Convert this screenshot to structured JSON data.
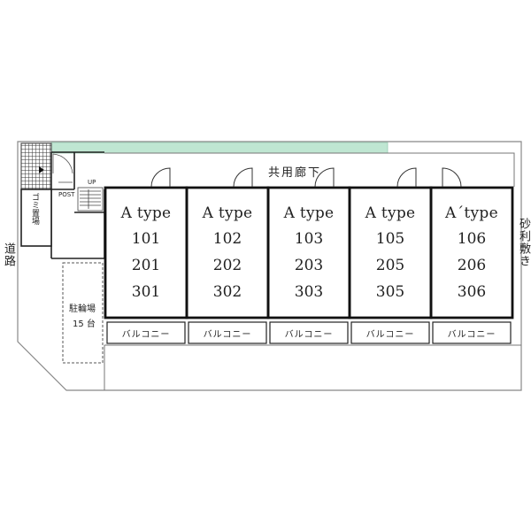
{
  "labels": {
    "road": "道路",
    "gravel": "砂利敷き",
    "corridor": "共用廊下",
    "garbage": "ゴミ置場",
    "parking_title": "駐輪場",
    "parking_count": "15 台",
    "post": "POST",
    "up": "UP"
  },
  "units": [
    {
      "type": "A type",
      "rooms": [
        "101",
        "201",
        "301"
      ],
      "balcony": "バルコニー"
    },
    {
      "type": "A type",
      "rooms": [
        "102",
        "202",
        "302"
      ],
      "balcony": "バルコニー"
    },
    {
      "type": "A type",
      "rooms": [
        "103",
        "203",
        "303"
      ],
      "balcony": "バルコニー"
    },
    {
      "type": "A type",
      "rooms": [
        "105",
        "205",
        "305"
      ],
      "balcony": "バルコニー"
    },
    {
      "type": "A´type",
      "rooms": [
        "106",
        "206",
        "306"
      ],
      "balcony": "バルコニー"
    }
  ],
  "colors": {
    "green_strip": "#bfe6d2",
    "wall": "#1a1a1a",
    "thin_line": "#777777",
    "text": "#222222"
  }
}
